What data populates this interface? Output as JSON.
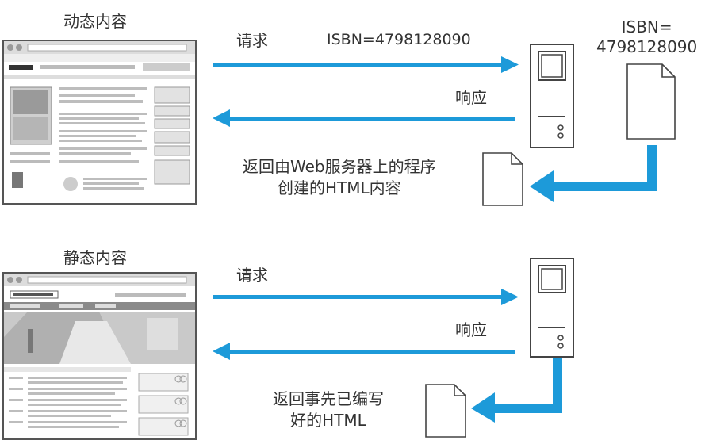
{
  "dynamic": {
    "title": "动态内容",
    "request_label": "请求",
    "isbn_inline": "ISBN=4798128090",
    "isbn_right_line1": "ISBN=",
    "isbn_right_line2": "4798128090",
    "response_label": "响应",
    "description_line1": "返回由Web服务器上的程序",
    "description_line2": "创建的HTML内容"
  },
  "static": {
    "title": "静态内容",
    "request_label": "请求",
    "response_label": "响应",
    "description_line1": "返回事先已编写",
    "description_line2": "好的HTML"
  },
  "colors": {
    "arrow": "#1d9ad9",
    "outline": "#444444"
  },
  "icons": {
    "browser": "browser-window-icon",
    "server": "server-tower-icon",
    "document": "document-icon"
  }
}
